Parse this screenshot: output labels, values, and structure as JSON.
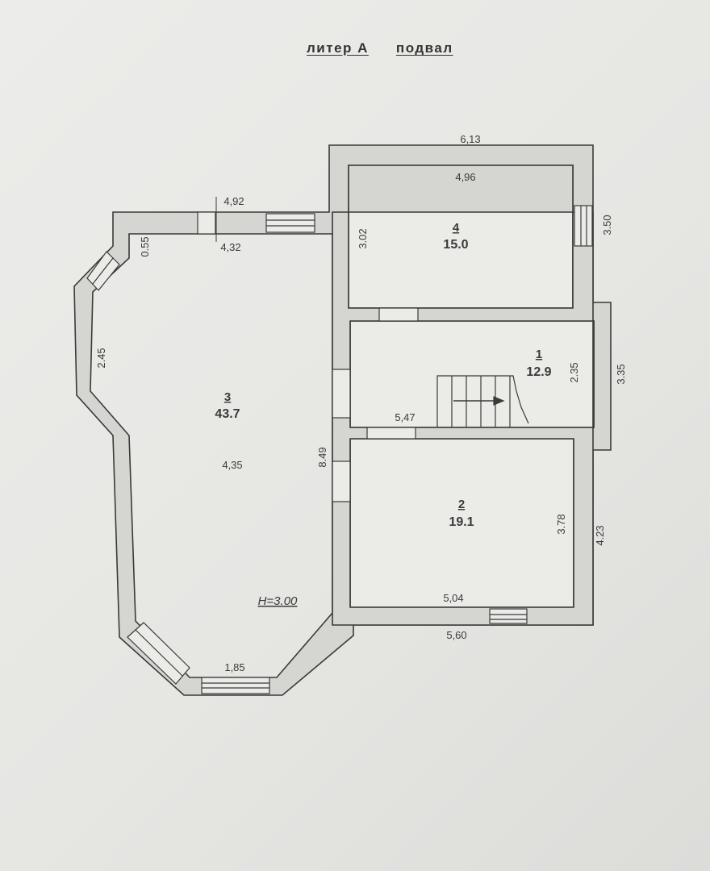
{
  "title": {
    "liter": "литер А",
    "floor": "подвал"
  },
  "rooms": [
    {
      "number": "1",
      "area": "12.9"
    },
    {
      "number": "2",
      "area": "19.1"
    },
    {
      "number": "3",
      "area": "43.7"
    },
    {
      "number": "4",
      "area": "15.0"
    }
  ],
  "dimensions": {
    "top_outer": "6,13",
    "r4_width": "4,96",
    "r4_depth": "3.02",
    "right_outer_top": "3.50",
    "r3_top_outer": "4,92",
    "r3_top_inner": "4,32",
    "r3_corner": "0.55",
    "r3_left": "2.45",
    "r1_depth": "2.35",
    "right_outer_mid": "3.35",
    "r1_width": "5,47",
    "r3_length": "8.49",
    "r3_width": "4,35",
    "r2_depth": "3.78",
    "right_outer_bottom": "4.23",
    "r2_width": "5,04",
    "bottom_outer": "5,60",
    "r3_bottom": "1,85"
  },
  "ceiling_height": "H=3.00",
  "colors": {
    "wall": "#d5d5d1",
    "line": "#3a3a3a",
    "paper": "#e9e9e6"
  }
}
